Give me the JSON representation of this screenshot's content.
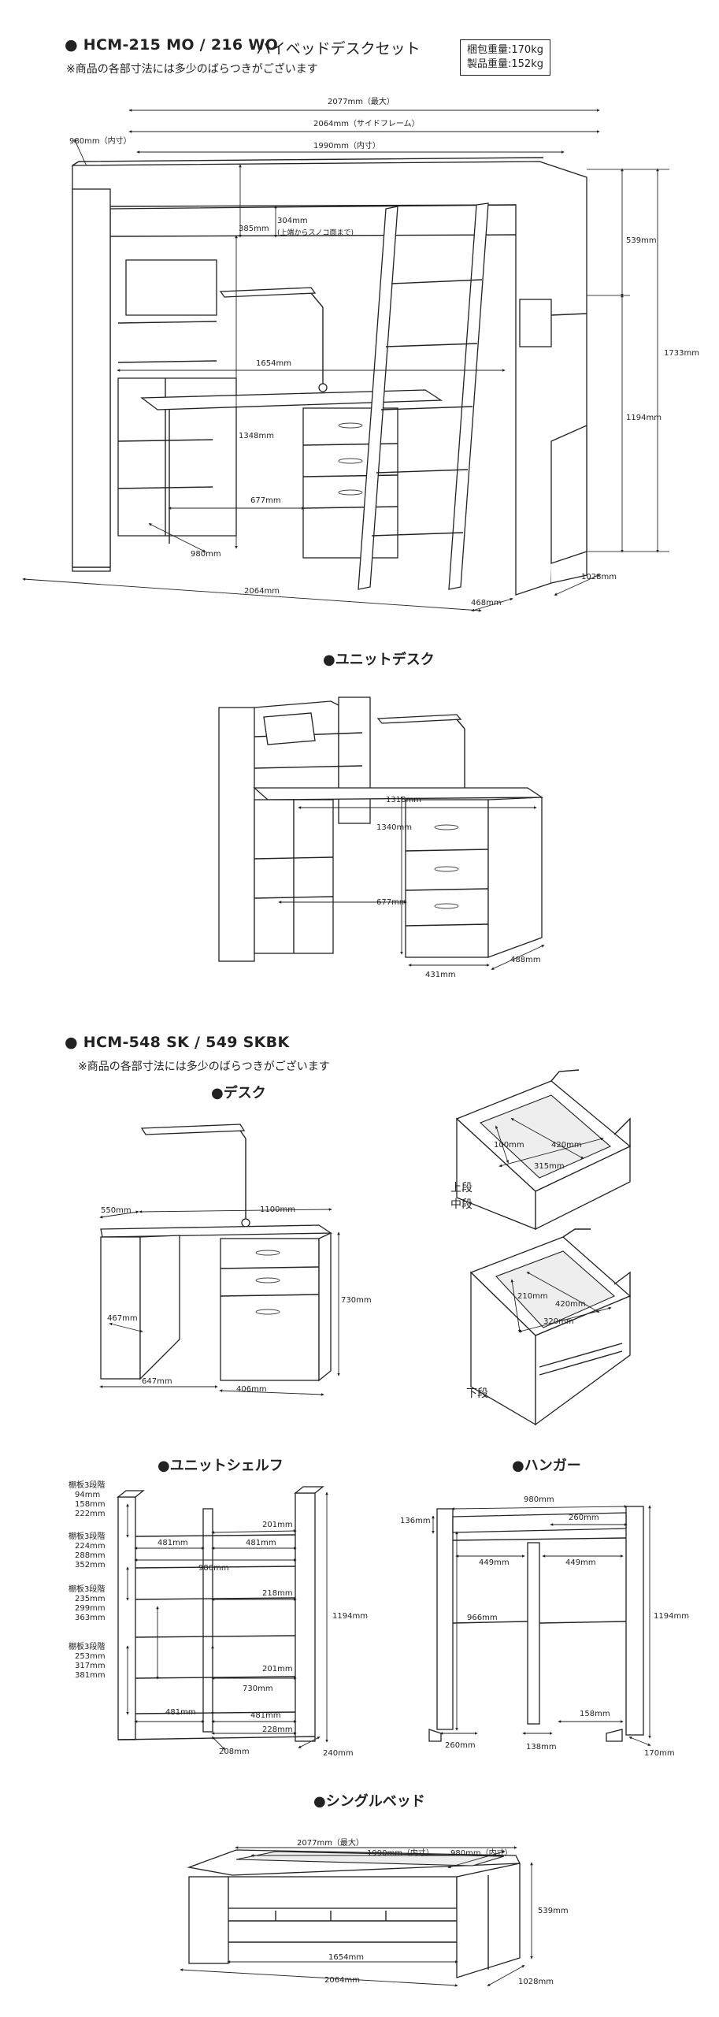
{
  "header": {
    "title": "● HCM-215 MO / 216 WO",
    "subtitle": "ハイベッドデスクセット",
    "note": "※商品の各部寸法には多少のばらつきがございます",
    "weights": [
      "梱包重量:170kg",
      "製品重量:152kg"
    ]
  },
  "set_dims": [
    "2077mm（最大）",
    "2064mm（サイドフレーム）",
    "1990mm（内寸）",
    "980mm（内寸）",
    "385mm",
    "304mm",
    "(上端からスノコ面まで)",
    "539mm",
    "1733mm",
    "1654mm",
    "1348mm",
    "1194mm",
    "677mm",
    "980mm",
    "2064mm",
    "468mm",
    "1028mm"
  ],
  "unit_desk": {
    "title": "●ユニットデスク",
    "dims": [
      "1318mm",
      "1340mm",
      "677mm",
      "431mm",
      "488mm"
    ]
  },
  "section2": {
    "title": "● HCM-548 SK / 549 SKBK",
    "note": "※商品の各部寸法には多少のばらつきがございます"
  },
  "desk": {
    "title": "●デスク",
    "dims": [
      "550mm",
      "1100mm",
      "730mm",
      "467mm",
      "647mm",
      "406mm"
    ]
  },
  "drawer_upper": {
    "label1": "上段",
    "label2": "中段",
    "dims": [
      "100mm",
      "420mm",
      "315mm"
    ]
  },
  "drawer_lower": {
    "label": "下段",
    "dims": [
      "210mm",
      "420mm",
      "320mm"
    ]
  },
  "unit_shelf": {
    "title": "●ユニットシェルフ",
    "groups": [
      [
        "棚板3段階",
        "94mm",
        "158mm",
        "222mm"
      ],
      [
        "棚板3段階",
        "224mm",
        "288mm",
        "352mm"
      ],
      [
        "棚板3段階",
        "235mm",
        "299mm",
        "363mm"
      ],
      [
        "棚板3段階",
        "253mm",
        "317mm",
        "381mm"
      ]
    ],
    "dims": [
      "201mm",
      "481mm",
      "481mm",
      "980mm",
      "218mm",
      "1194mm",
      "201mm",
      "730mm",
      "481mm",
      "481mm",
      "228mm",
      "208mm",
      "240mm"
    ]
  },
  "hanger": {
    "title": "●ハンガー",
    "dims": [
      "980mm",
      "136mm",
      "260mm",
      "449mm",
      "449mm",
      "966mm",
      "1194mm",
      "158mm",
      "260mm",
      "138mm",
      "170mm"
    ]
  },
  "single_bed": {
    "title": "●シングルベッド",
    "dims": [
      "2077mm（最大）",
      "1990mm（内寸）",
      "980mm（内寸）",
      "539mm",
      "1654mm",
      "2064mm",
      "1028mm"
    ]
  }
}
